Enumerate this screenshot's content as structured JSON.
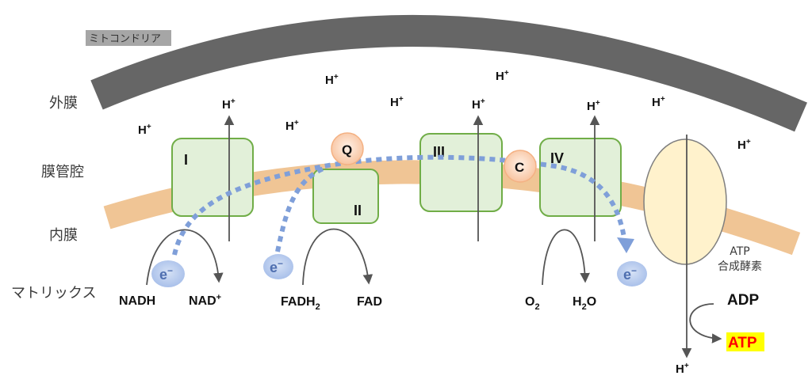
{
  "title_tag": "ミトコンドリア",
  "regions": {
    "outer_membrane": "外膜",
    "intermembrane_space": "膜管腔",
    "inner_membrane": "内膜",
    "matrix": "マトリックス"
  },
  "complexes": {
    "c1": "I",
    "c2": "II",
    "c3": "III",
    "c4": "IV",
    "q": "Q",
    "c": "C"
  },
  "proton": {
    "base": "H",
    "charge": "+"
  },
  "electron": {
    "base": "e",
    "charge": "−"
  },
  "reactions": {
    "nadh": "NADH",
    "nad_base": "NAD",
    "nad_charge": "+",
    "fadh_base": "FADH",
    "fadh_sub": "2",
    "fad": "FAD",
    "o_base": "O",
    "o_sub": "2",
    "h2o_h": "H",
    "h2o_sub": "2",
    "h2o_o": "O"
  },
  "atp_synthase": {
    "line1": "ATP",
    "line2": "合成酵素",
    "adp": "ADP",
    "atp": "ATP"
  },
  "colors": {
    "outer_membrane": "#666666",
    "inner_membrane": "#f0c595",
    "complex_fill": "#e2f0d9",
    "complex_stroke": "#70ad47",
    "carrier_fill": "#f8cbad",
    "electron_path": "#7f9fd9",
    "synthase_fill": "#fff2cc",
    "atp_text": "#ff0000",
    "atp_highlight": "#ffff00",
    "title_tag_bg": "#a6a6a6"
  }
}
